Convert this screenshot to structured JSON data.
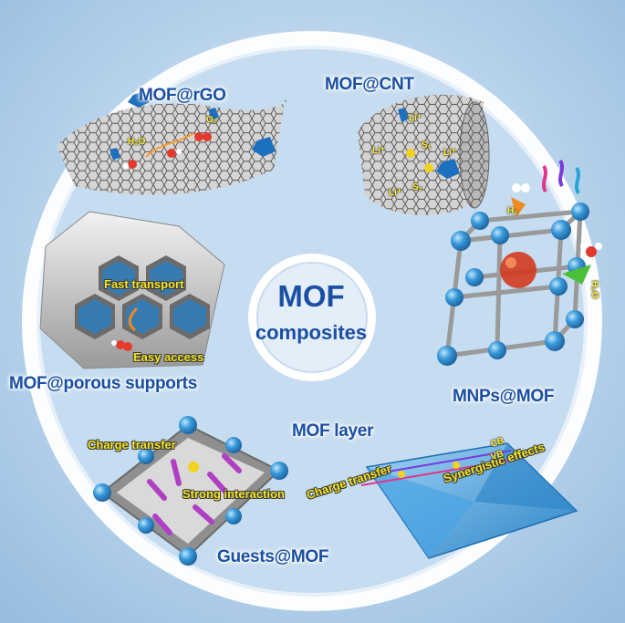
{
  "center": {
    "title": "MOF",
    "subtitle": "composites"
  },
  "segments": {
    "mof_rgo": {
      "label": "MOF@rGO",
      "species": [
        "H₂O",
        "O₂"
      ]
    },
    "mof_cnt": {
      "label": "MOF@CNT",
      "species": [
        "Li⁺",
        "Li⁺",
        "S₁",
        "Li⁺",
        "Li⁺",
        "S₂"
      ]
    },
    "mnps_mof": {
      "label": "MNPs@MOF",
      "species": [
        "H₂",
        "H₂O"
      ]
    },
    "mof_porous": {
      "label": "MOF@porous supports",
      "annotations": [
        "Fast transport",
        "Easy access"
      ]
    },
    "guests_mof": {
      "label": "Guests@MOF",
      "annotations": [
        "Charge transfer",
        "Strong interaction"
      ]
    },
    "mof_layer": {
      "label": "MOF layer",
      "annotations": [
        "Charge transfer",
        "Synergistic effects"
      ],
      "bands": [
        "CB",
        "VB"
      ]
    }
  },
  "colors": {
    "accent_blue": "#1a4fa3",
    "annotation_yellow": "#f4e524",
    "mof_node_blue": "#3a9ad9",
    "disc_white": "#ffffff"
  }
}
